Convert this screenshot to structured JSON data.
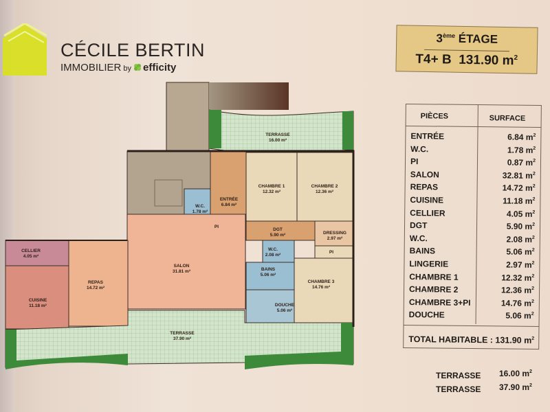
{
  "brand": {
    "name": "CÉCILE BERTIN",
    "subtitle": "IMMOBILIER",
    "by": "by",
    "partner": "efficity",
    "accent_color": "#d9e021"
  },
  "title": {
    "floor_number": "3",
    "floor_suffix": "ème",
    "floor_word": "ÉTAGE",
    "unit": "T4+ B",
    "area": "131.90 m",
    "area_exp": "2"
  },
  "table": {
    "header_room": "PIÈCES",
    "header_surface": "SURFACE",
    "rows": [
      {
        "room": "ENTRÉE",
        "surface": "6.84 m"
      },
      {
        "room": "W.C.",
        "surface": "1.78 m"
      },
      {
        "room": "PI",
        "surface": "0.87 m"
      },
      {
        "room": "SALON",
        "surface": "32.81 m"
      },
      {
        "room": "REPAS",
        "surface": "14.72 m"
      },
      {
        "room": "CUISINE",
        "surface": "11.18 m"
      },
      {
        "room": "CELLIER",
        "surface": "4.05 m"
      },
      {
        "room": "DGT",
        "surface": "5.90 m"
      },
      {
        "room": "W.C.",
        "surface": "2.08 m"
      },
      {
        "room": "BAINS",
        "surface": "5.06 m"
      },
      {
        "room": "LINGERIE",
        "surface": "2.97 m"
      },
      {
        "room": "CHAMBRE 1",
        "surface": "12.32 m"
      },
      {
        "room": "CHAMBRE 2",
        "surface": "12.36 m"
      },
      {
        "room": "CHAMBRE 3+PI",
        "surface": "14.76 m"
      },
      {
        "room": "DOUCHE",
        "surface": "5.06 m"
      }
    ],
    "total_label": "TOTAL HABITABLE : 131.90 m",
    "exp": "2"
  },
  "terraces": [
    {
      "label": "TERRASSE",
      "surface": "16.00 m"
    },
    {
      "label": "TERRASSE",
      "surface": "37.90 m"
    }
  ],
  "plan": {
    "labels": {
      "terrasse_north": {
        "name": "TERRASSE",
        "area": "16.00 m²"
      },
      "chambre1": {
        "name": "CHAMBRE 1",
        "area": "12.32 m²"
      },
      "chambre2": {
        "name": "CHAMBRE 2",
        "area": "12.36 m²"
      },
      "entree": {
        "name": "ENTRÉE",
        "area": "6.84 m²"
      },
      "wc1": {
        "name": "W.C.",
        "area": "1.78 m²"
      },
      "pi1": {
        "name": "PI"
      },
      "dgt": {
        "name": "DGT",
        "area": "5.90 m²"
      },
      "dressing": {
        "name": "DRESSING",
        "area": "2.97 m²"
      },
      "wc2": {
        "name": "W.C.",
        "area": "2.08 m²"
      },
      "pi2": {
        "name": "PI"
      },
      "bains": {
        "name": "BAINS",
        "area": "5.06 m²"
      },
      "chambre3": {
        "name": "CHAMBRE 3",
        "area": "14.76 m²"
      },
      "douche": {
        "name": "DOUCHE",
        "area": "5.06 m²"
      },
      "salon": {
        "name": "SALON",
        "area": "31.81 m²"
      },
      "cellier": {
        "name": "CELLIER",
        "area": "4.05 m²"
      },
      "repas": {
        "name": "REPAS",
        "area": "14.72 m²"
      },
      "cuisine": {
        "name": "CUISINE",
        "area": "11.18 m²"
      },
      "terrasse_south": {
        "name": "TERRASSE",
        "area": "37.90 m²"
      }
    },
    "colors": {
      "wall": "#2b1f1a",
      "terrace_tile": "#cfe3c6",
      "planter": "#3d8a3a",
      "salon": "#f0b597",
      "repas": "#eeb48f",
      "cuisine": "#d98e7e",
      "cellier": "#c98a97",
      "wet": "#9bbfd2",
      "bedroom": "#ead9b8",
      "hall": "#d9a170",
      "neighbour": "#b3a490"
    }
  }
}
